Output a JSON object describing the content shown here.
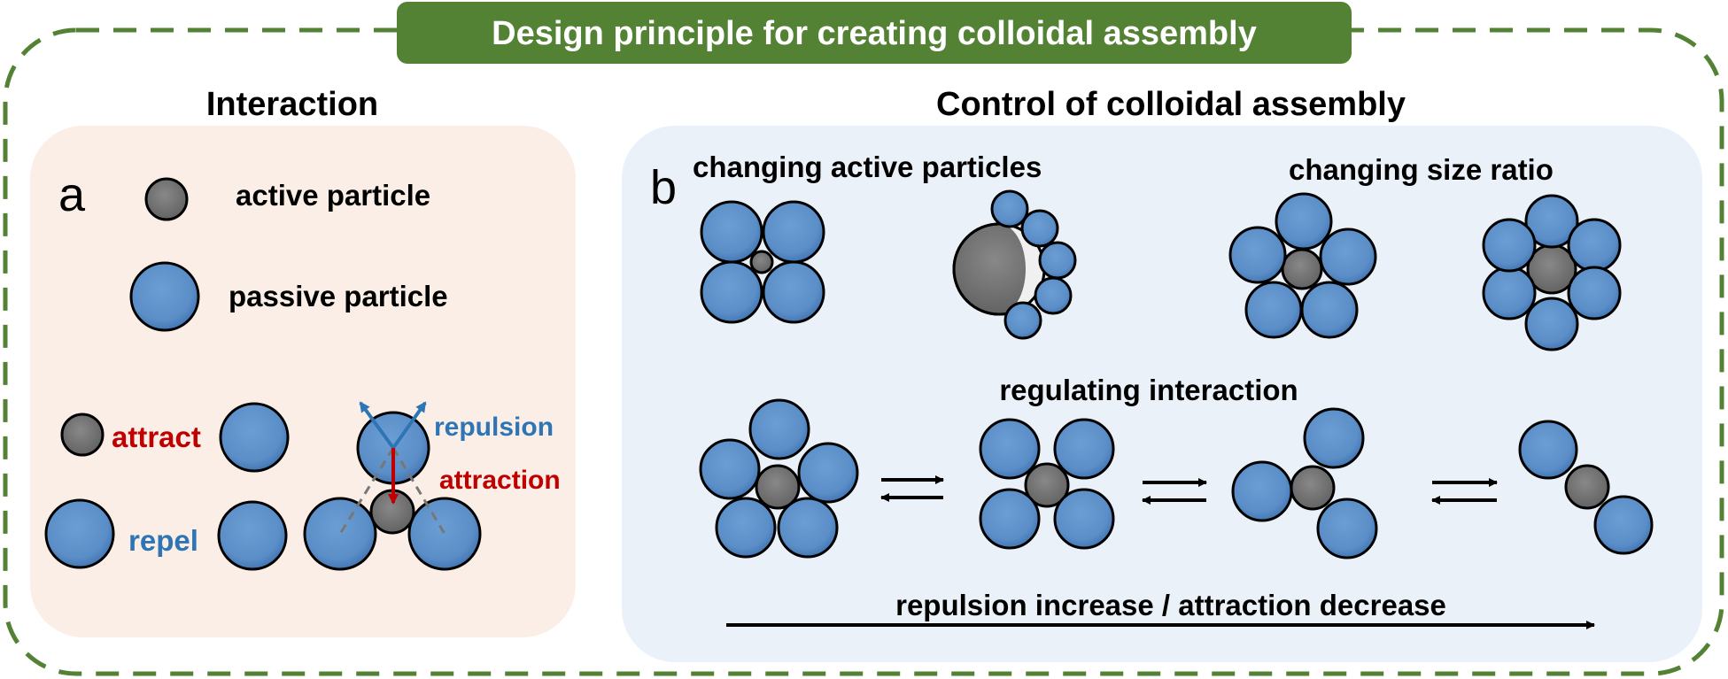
{
  "title": "Design principle for creating colloidal assembly",
  "panel_a": {
    "heading": "Interaction",
    "letter": "a",
    "legend": {
      "active": "active particle",
      "passive": "passive particle"
    },
    "attract": "attract",
    "repel": "repel",
    "repulsion": "repulsion",
    "attraction": "attraction"
  },
  "panel_b": {
    "heading": "Control of colloidal assembly",
    "letter": "b",
    "changing_active": "changing active particles",
    "changing_size": "changing size ratio",
    "regulating": "regulating interaction",
    "axis_label": "repulsion increase / attraction decrease"
  },
  "colors": {
    "frame_green": "#548235",
    "title_bg": "#548235",
    "panel_a_bg": "#fbeee6",
    "panel_b_bg": "#eaf1f8",
    "passive": "#5b8ec7",
    "active": "#777777",
    "attract_red": "#c00000",
    "repulsion_blue": "#2e75b6"
  }
}
